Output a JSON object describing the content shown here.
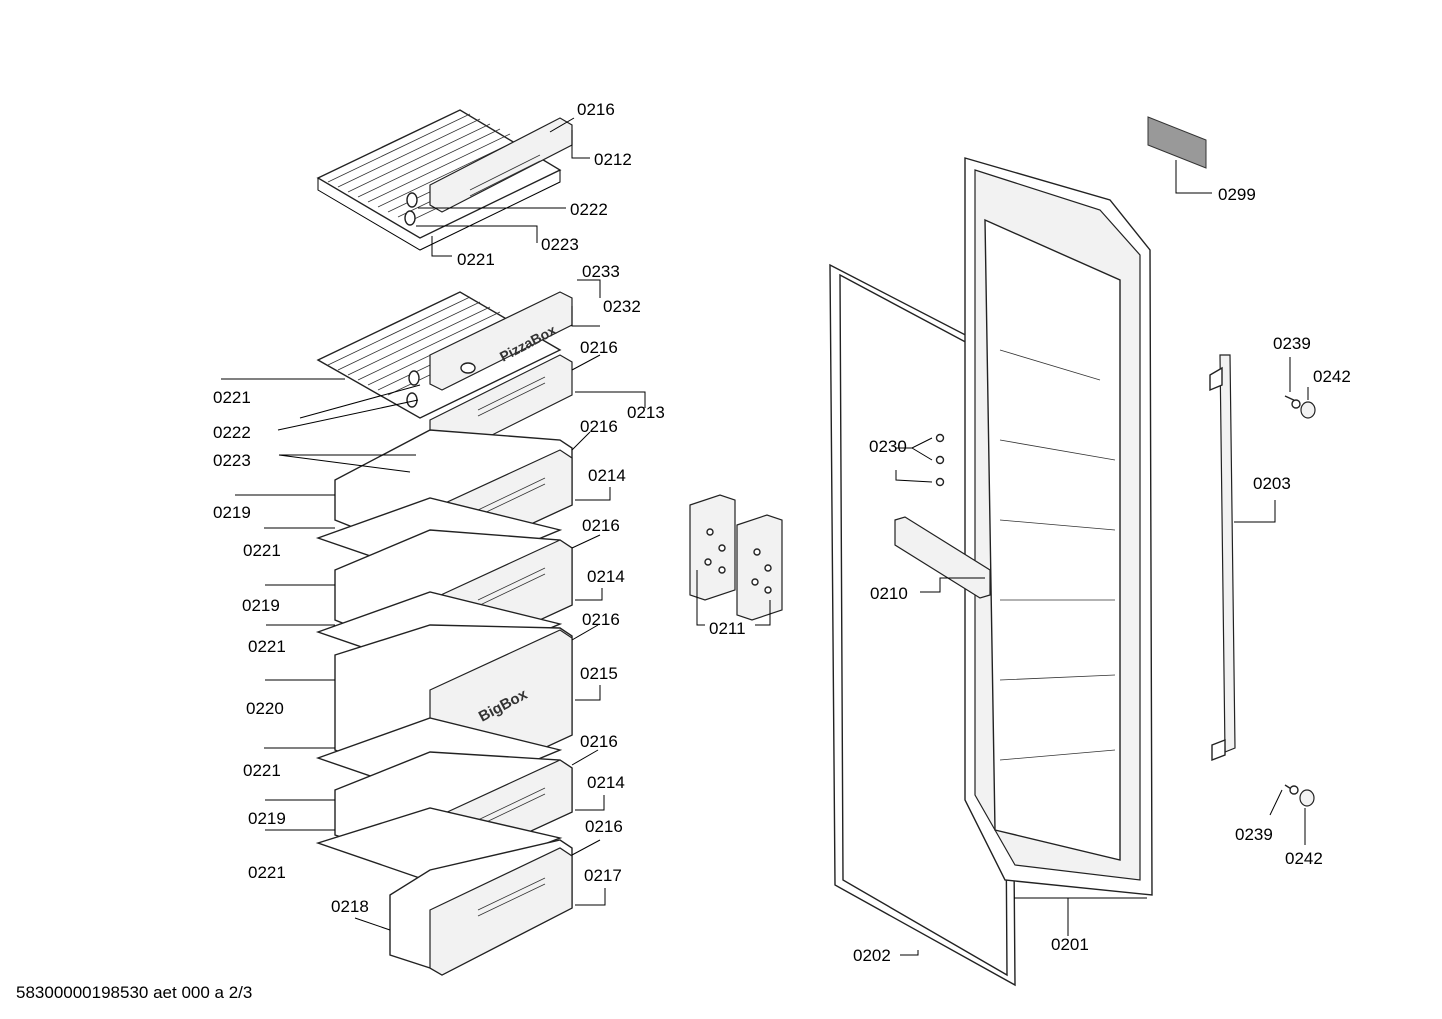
{
  "footer": {
    "document_id": "58300000198530 aet 000 a 2/3"
  },
  "brand_labels": {
    "pizza_box": "PizzaBox",
    "big_box": "BigBox"
  },
  "callouts": [
    {
      "id": "c1",
      "label": "0216"
    },
    {
      "id": "c2",
      "label": "0212"
    },
    {
      "id": "c3",
      "label": "0222"
    },
    {
      "id": "c4",
      "label": "0223"
    },
    {
      "id": "c5",
      "label": "0221"
    },
    {
      "id": "c6",
      "label": "0233"
    },
    {
      "id": "c7",
      "label": "0232"
    },
    {
      "id": "c8",
      "label": "0216"
    },
    {
      "id": "c9",
      "label": "0221"
    },
    {
      "id": "c10",
      "label": "0213"
    },
    {
      "id": "c11",
      "label": "0222"
    },
    {
      "id": "c12",
      "label": "0216"
    },
    {
      "id": "c13",
      "label": "0223"
    },
    {
      "id": "c14",
      "label": "0214"
    },
    {
      "id": "c15",
      "label": "0219"
    },
    {
      "id": "c16",
      "label": "0221"
    },
    {
      "id": "c17",
      "label": "0216"
    },
    {
      "id": "c18",
      "label": "0214"
    },
    {
      "id": "c19",
      "label": "0219"
    },
    {
      "id": "c20",
      "label": "0216"
    },
    {
      "id": "c21",
      "label": "0221"
    },
    {
      "id": "c22",
      "label": "0215"
    },
    {
      "id": "c23",
      "label": "0220"
    },
    {
      "id": "c24",
      "label": "0216"
    },
    {
      "id": "c25",
      "label": "0221"
    },
    {
      "id": "c26",
      "label": "0214"
    },
    {
      "id": "c27",
      "label": "0219"
    },
    {
      "id": "c28",
      "label": "0216"
    },
    {
      "id": "c29",
      "label": "0221"
    },
    {
      "id": "c30",
      "label": "0217"
    },
    {
      "id": "c31",
      "label": "0218"
    },
    {
      "id": "c32",
      "label": "0211"
    },
    {
      "id": "c33",
      "label": "0230"
    },
    {
      "id": "c34",
      "label": "0210"
    },
    {
      "id": "c35",
      "label": "0202"
    },
    {
      "id": "c36",
      "label": "0201"
    },
    {
      "id": "c37",
      "label": "0299"
    },
    {
      "id": "c38",
      "label": "0239"
    },
    {
      "id": "c39",
      "label": "0242"
    },
    {
      "id": "c40",
      "label": "0203"
    },
    {
      "id": "c41",
      "label": "0239"
    },
    {
      "id": "c42",
      "label": "0242"
    }
  ]
}
